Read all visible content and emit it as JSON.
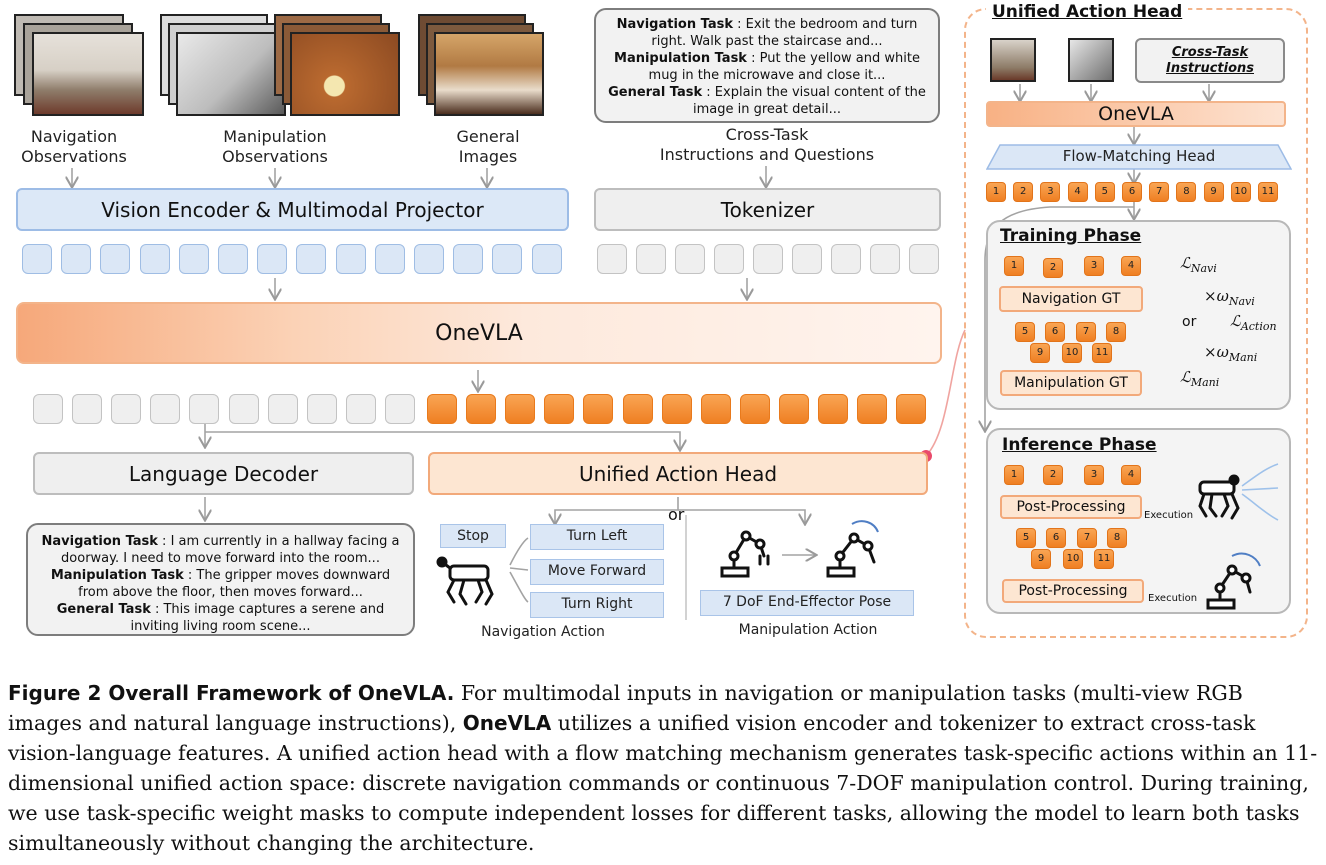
{
  "inputs": {
    "nav_obs": "Navigation\nObservations",
    "manip_obs": "Manipulation\nObservations",
    "general_images": "General\nImages",
    "cross_task": "Cross-Task\nInstructions and Questions"
  },
  "instructions": {
    "nav_task_label": "Navigation Task",
    "nav_task_text": " : Exit the bedroom and turn right. Walk past the staircase and...",
    "manip_task_label": "Manipulation Task",
    "manip_task_text": " : Put the yellow and white mug in the microwave and close it...",
    "general_task_label": "General Task",
    "general_task_text": " : Explain the visual content of the image in great detail..."
  },
  "modules": {
    "vision_encoder": "Vision Encoder & Multimodal Projector",
    "tokenizer": "Tokenizer",
    "onevla": "OneVLA",
    "language_decoder": "Language Decoder",
    "unified_action_head": "Unified Action Head"
  },
  "outputs": {
    "nav_task_label": "Navigation Task",
    "nav_task_text": " : I am currently in a hallway facing a doorway. I need to move forward into the room...",
    "manip_task_label": "Manipulation Task",
    "manip_task_text": " : The gripper moves downward from above the floor, then moves forward...",
    "general_task_label": "General Task",
    "general_task_text": " : This image captures a serene and inviting living room scene..."
  },
  "actions": {
    "stop": "Stop",
    "turn_left": "Turn Left",
    "move_forward": "Move Forward",
    "turn_right": "Turn Right",
    "or": "or",
    "nav_action": "Navigation Action",
    "ee_pose": "7 DoF End-Effector Pose",
    "manip_action": "Manipulation Action"
  },
  "panel": {
    "title": "Unified Action Head",
    "cross_task": "Cross-Task\nInstructions",
    "onevla": "OneVLA",
    "flow_head": "Flow-Matching Head",
    "action_dims": [
      "1",
      "2",
      "3",
      "4",
      "5",
      "6",
      "7",
      "8",
      "9",
      "10",
      "11"
    ],
    "training_title": "Training Phase",
    "nav_gt": "Navigation GT",
    "manip_gt": "Manipulation GT",
    "or": "or",
    "inference_title": "Inference Phase",
    "post_processing": "Post-Processing",
    "execution": "Execution",
    "loss_navi": "Navi",
    "loss_action": "Action",
    "loss_mani": "Mani",
    "loss_symbol": "ℒ",
    "weight_symbol": "×ω"
  },
  "caption": {
    "heading": "Figure 2  Overall Framework of OneVLA.",
    "part1": " For multimodal inputs in navigation or manipulation tasks (multi-view RGB images and natural language instructions), ",
    "bold_name": "OneVLA",
    "part2": " utilizes a unified vision encoder and tokenizer to extract cross-task vision-language features. A unified action head with a flow matching mechanism generates task-specific actions within an 11-dimensional unified action space: discrete navigation commands or continuous 7-DOF manipulation control. During training, we use task-specific weight masks to compute independent losses for different tasks, allowing the model to learn both tasks simultaneously without changing the architecture."
  },
  "colors": {
    "blue_fill": "#dce8f7",
    "gray_fill": "#efefef",
    "orange_token": "#ef7f22",
    "peach_fill": "#fde6d2",
    "panel_border": "#f3b48a",
    "connector_dot": "#e94a6b"
  }
}
